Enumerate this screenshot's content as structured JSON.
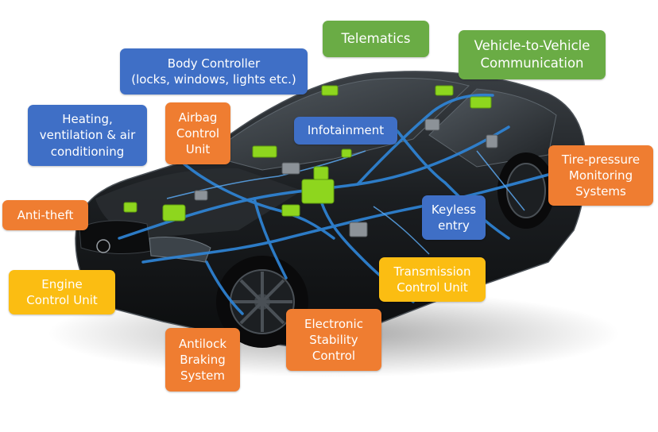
{
  "labels": {
    "telematics": "Telematics",
    "v2v": "Vehicle-to-Vehicle\nCommunication",
    "body_controller": "Body Controller\n(locks, windows, lights etc.)",
    "hvac": "Heating,\nventilation & air\nconditioning",
    "airbag": "Airbag\nControl\nUnit",
    "infotainment": "Infotainment",
    "tpms": "Tire-pressure\nMonitoring\nSystems",
    "keyless": "Keyless\nentry",
    "antitheft": "Anti-theft",
    "ecu": "Engine\nControl Unit",
    "tcu": "Transmission\nControl Unit",
    "esc": "Electronic\nStability\nControl",
    "abs": "Antilock\nBraking\nSystem"
  },
  "colors": {
    "blue": "#3f6fc6",
    "green": "#6aac45",
    "orange": "#ef7d31",
    "yellow": "#fbbd12",
    "car_body": "#151719",
    "wiring": "#2f86d9",
    "modules": "#8ed61e"
  }
}
